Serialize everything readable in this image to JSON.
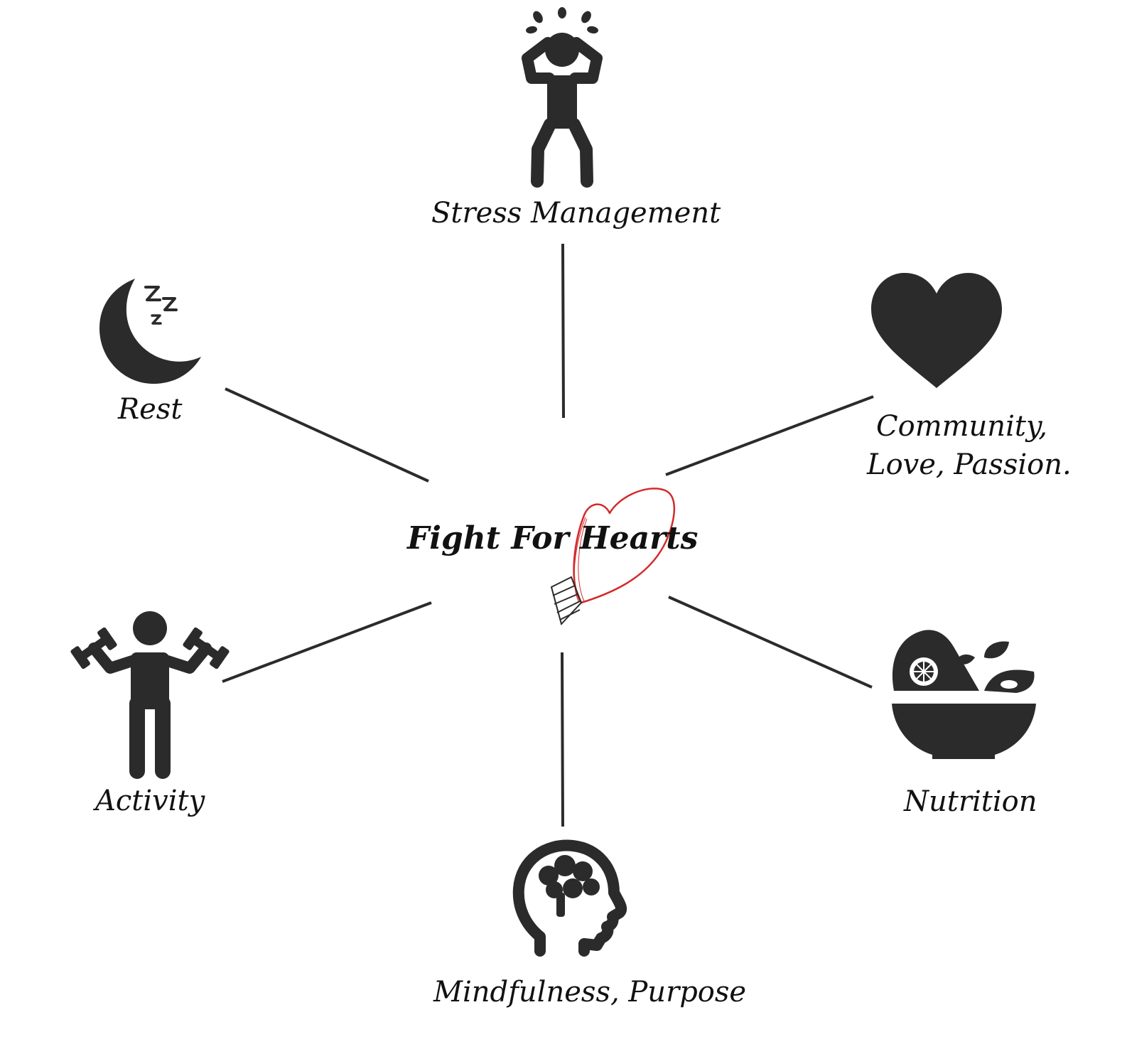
{
  "center": {
    "title": "Fight For Hearts",
    "icon": "heart-balloon-icon"
  },
  "colors": {
    "ink": "#2b2b2b",
    "heart_outline": "#d42a2a",
    "text": "#111111"
  },
  "nodes": [
    {
      "id": "stress",
      "label": "Stress Management",
      "icon": "stressed-person-icon"
    },
    {
      "id": "community",
      "label_line1": "Community,",
      "label_line2": "Love, Passion.",
      "icon": "heart-icon"
    },
    {
      "id": "nutrition",
      "label": "Nutrition",
      "icon": "salad-bowl-icon"
    },
    {
      "id": "mindfulness",
      "label": "Mindfulness, Purpose",
      "icon": "brain-head-icon"
    },
    {
      "id": "activity",
      "label": "Activity",
      "icon": "dumbbell-person-icon"
    },
    {
      "id": "rest",
      "label": "Rest",
      "icon": "moon-sleep-icon"
    }
  ]
}
